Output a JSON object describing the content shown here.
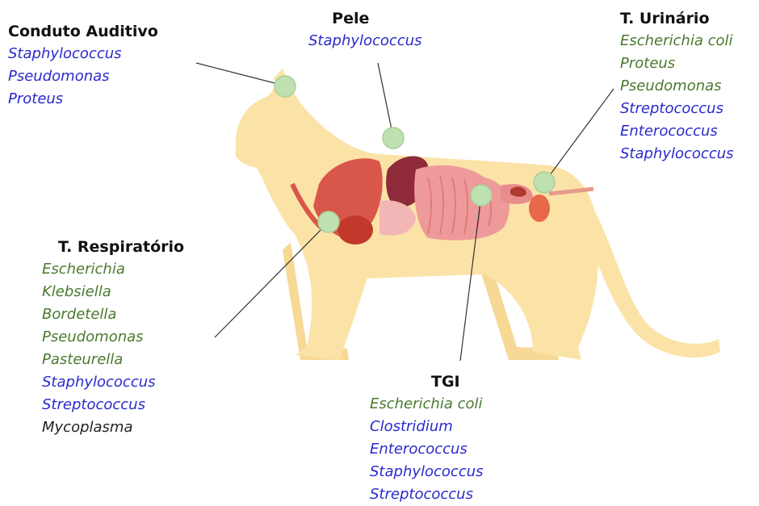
{
  "groups": {
    "ear": {
      "title": "Conduto Auditivo",
      "items": [
        {
          "name": "Staphylococcus",
          "type": "gram-pos"
        },
        {
          "name": "Pseudomonas",
          "type": "gram-pos"
        },
        {
          "name": "Proteus",
          "type": "gram-pos"
        }
      ]
    },
    "skin": {
      "title": "Pele",
      "items": [
        {
          "name": "Staphylococcus",
          "type": "gram-pos"
        }
      ]
    },
    "urinary": {
      "title": "T. Urinário",
      "items": [
        {
          "name": "Escherichia coli",
          "type": "gram-neg"
        },
        {
          "name": "Proteus",
          "type": "gram-neg"
        },
        {
          "name": "Pseudomonas",
          "type": "gram-neg"
        },
        {
          "name": "Streptococcus",
          "type": "gram-pos"
        },
        {
          "name": "Enterococcus",
          "type": "gram-pos"
        },
        {
          "name": "Staphylococcus",
          "type": "gram-pos"
        }
      ]
    },
    "respiratory": {
      "title": "T. Respiratório",
      "items": [
        {
          "name": "Escherichia",
          "type": "gram-neg"
        },
        {
          "name": "Klebsiella",
          "type": "gram-neg"
        },
        {
          "name": "Bordetella",
          "type": "gram-neg"
        },
        {
          "name": "Pseudomonas",
          "type": "gram-neg"
        },
        {
          "name": "Pasteurella",
          "type": "gram-neg"
        },
        {
          "name": "Staphylococcus",
          "type": "gram-pos"
        },
        {
          "name": "Streptococcus",
          "type": "gram-pos"
        },
        {
          "name": "Mycoplasma",
          "type": "other"
        }
      ]
    },
    "gi": {
      "title": "TGI",
      "items": [
        {
          "name": "Escherichia coli",
          "type": "gram-neg"
        },
        {
          "name": "Clostridium",
          "type": "gram-pos"
        },
        {
          "name": "Enterococcus",
          "type": "gram-pos"
        },
        {
          "name": "Staphylococcus",
          "type": "gram-pos"
        },
        {
          "name": "Streptococcus",
          "type": "gram-pos"
        }
      ]
    }
  },
  "colors": {
    "gram_negative": "#4a7a2e",
    "gram_positive": "#2a2acc",
    "other": "#222222",
    "body": "#fbe3a8",
    "marker": "#bfe0b0",
    "organ_red": "#d9574a",
    "organ_pink": "#ef9a9a",
    "liver": "#8e2a3a"
  }
}
